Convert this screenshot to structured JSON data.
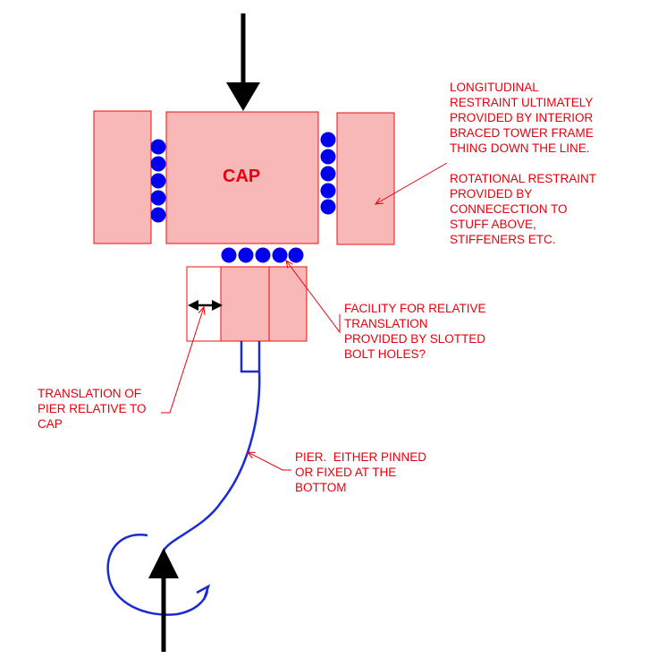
{
  "colors": {
    "note_text": "#e8000d",
    "block_fill": "#f8b8b8",
    "block_stroke": "#e81010",
    "roller": "#0000ee",
    "pier": "#1a2bd4",
    "arrow": "#000000"
  },
  "cap": {
    "label": "CAP"
  },
  "notes": {
    "longitudinal": "LONGITUDINAL\nRESTRAINT ULTIMATELY\nPROVIDED BY INTERIOR\nBRACED TOWER FRAME\nTHING DOWN THE LINE.",
    "rotational": "ROTATIONAL RESTRAINT\nPROVIDED BY\nCONNECECTION TO\nSTUFF ABOVE,\nSTIFFENERS ETC.",
    "facility": "FACILITY FOR RELATIVE\nTRANSLATION\nPROVIDED BY SLOTTED\nBOLT HOLES?",
    "translation": "TRANSLATION OF\nPIER RELATIVE TO\nCAP",
    "pier": "PIER.  EITHER PINNED\nOR FIXED AT THE\nBOTTOM"
  }
}
